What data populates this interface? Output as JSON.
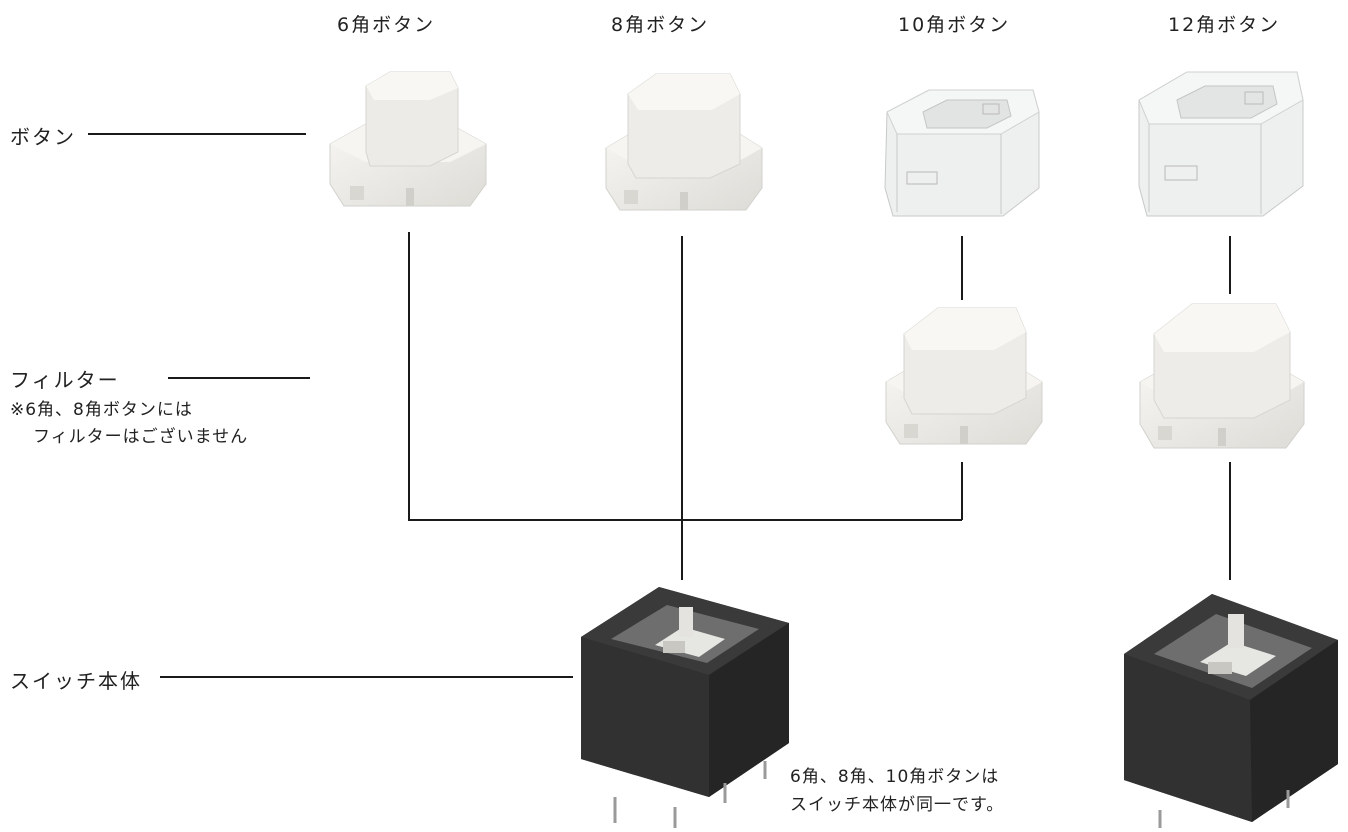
{
  "columns": {
    "hex": "6角ボタン",
    "oct": "8角ボタン",
    "deca": "10角ボタン",
    "dodeca": "12角ボタン"
  },
  "rows": {
    "button": "ボタン",
    "filter": "フィルター",
    "switch": "スイッチ本体"
  },
  "notes": {
    "filter_note_line1": "※6角、8角ボタンには",
    "filter_note_line2": "フィルターはございません",
    "shared_body_line1": "6角、8角、10角ボタンは",
    "shared_body_line2": "スイッチ本体が同一です。"
  },
  "colors": {
    "line": "#1a1a1a",
    "opaque_button": "#f1f0ec",
    "clear_button": "#e9eaea",
    "switch_housing": "#2b2b2b"
  }
}
